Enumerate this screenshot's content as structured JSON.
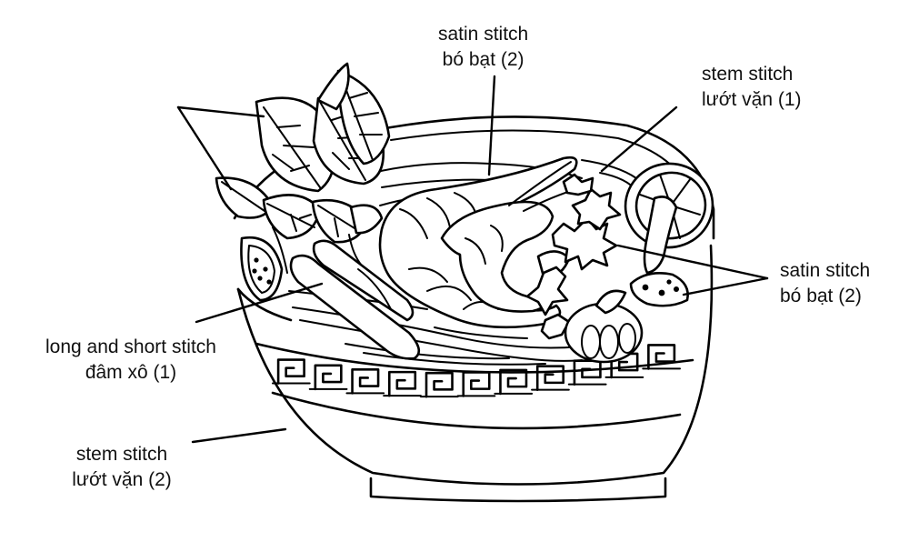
{
  "labels": {
    "satin_top": {
      "en": "satin stitch",
      "vi": "bó bạt (2)"
    },
    "stem_top": {
      "en": "stem stitch",
      "vi": "lướt vặn (1)"
    },
    "satin_right": {
      "en": "satin stitch",
      "vi": "bó bạt (2)"
    },
    "long_short": {
      "en": "long and short stitch",
      "vi": "đâm xô (1)"
    },
    "stem_bottom": {
      "en": "stem stitch",
      "vi": "lướt vặn (2)"
    }
  },
  "colors": {
    "ink": "#000000",
    "paper": "#ffffff"
  }
}
